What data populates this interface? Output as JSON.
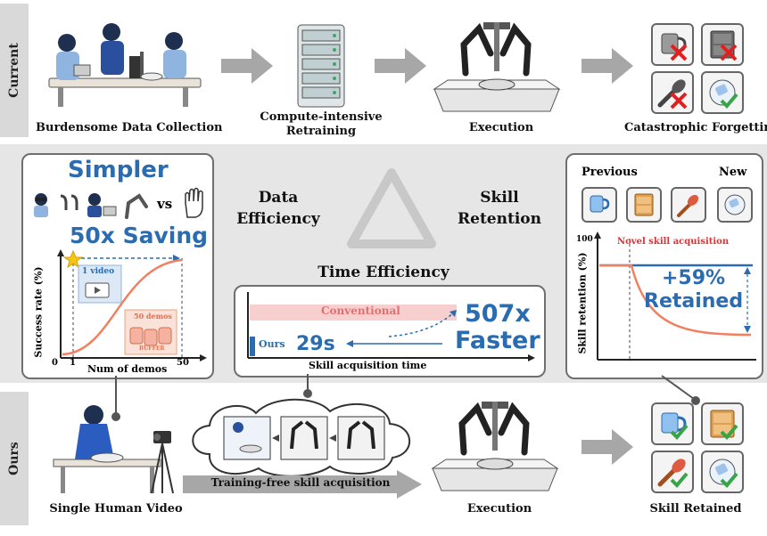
{
  "rows": {
    "current_label": "Current",
    "ours_label": "Ours"
  },
  "current": {
    "step1": "Burdensome Data Collection",
    "step2_line1": "Compute-intensive",
    "step2_line2": "Retraining",
    "step3": "Execution",
    "step4": "Catastrophic Forgetting"
  },
  "data_efficiency": {
    "title_line1": "Data",
    "title_line2": "Efficiency",
    "headline": "Simpler",
    "vs": "vs",
    "saving": "50x Saving",
    "ylabel": "Success rate (%)",
    "xlabel": "Num of demos",
    "x_ticks": [
      "0",
      "1",
      "50"
    ],
    "one_video": "1 video",
    "fifty_demos": "50 demos",
    "buffer": "BUFFER"
  },
  "time_efficiency": {
    "title": "Time Efficiency",
    "conventional": "Conventional",
    "ours": "Ours",
    "ours_time": "29s",
    "speedup_line1": "507x",
    "speedup_line2": "Faster",
    "xlabel": "Skill acquisition time"
  },
  "skill_retention": {
    "title_line1": "Skill",
    "title_line2": "Retention",
    "previous": "Previous",
    "new": "New",
    "ylabel": "Skill retention (%)",
    "y_tick": "100",
    "annotation": "Novel skill acquisition",
    "retained_line1": "+59%",
    "retained_line2": "Retained"
  },
  "ours": {
    "step1": "Single Human Video",
    "arrow_label": "Training-free skill acquisition",
    "step3": "Execution",
    "step4": "Skill Retained"
  },
  "colors": {
    "accent_blue": "#2b6cb0",
    "curve_orange": "#f08060",
    "conventional_pink": "#f7cfcf",
    "check_green": "#3aa34a",
    "cross_red": "#e02020"
  }
}
